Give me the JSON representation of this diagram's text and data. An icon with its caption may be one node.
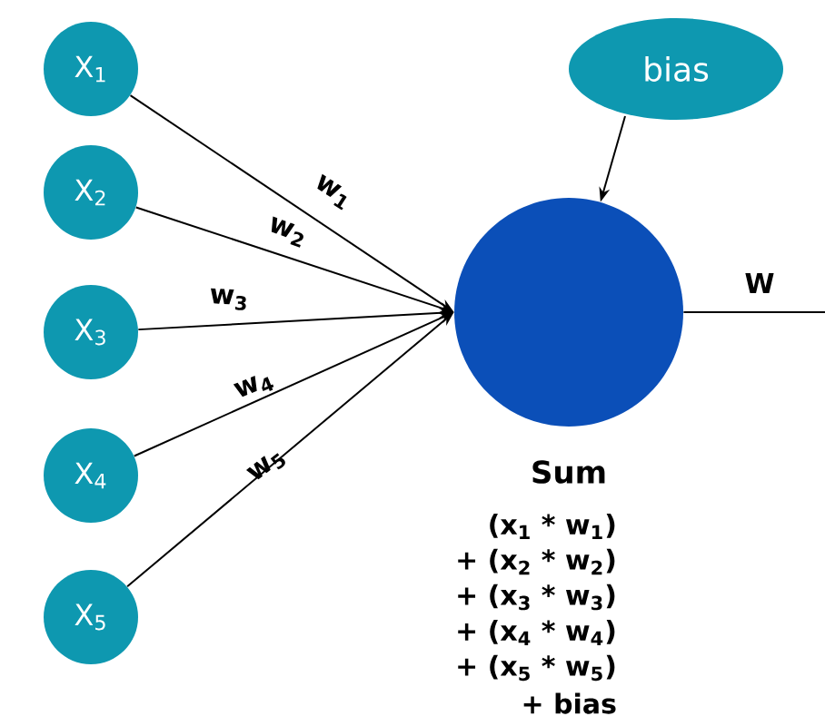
{
  "diagram": {
    "nodes": [
      {
        "text": [
          "X$_{1}$"
        ]
      },
      {
        "text": [
          "X$_{2}$"
        ]
      },
      {
        "text": [
          "X$_{3}$"
        ]
      },
      {
        "text": [
          "X$_{4}$"
        ]
      },
      {
        "text": [
          "X$_{5}$"
        ]
      },
      {
        "text": [
          "bias"
        ]
      },
      {
        "text": [],
        "shape": "circle",
        "beside": [
          "Sum",
          "(x$_{1}$ * w$_{1}$)",
          "+ (x$_{2}$ * w$_{2}$)",
          "+ (x$_{3}$ * w$_{3}$)",
          "+ (x$_{4}$ * w$_{4}$)",
          "+ (x$_{5}$ * w$_{5}$)",
          "+ bias"
        ]
      }
    ],
    "edges": [
      {
        "from": 0,
        "to": 6,
        "arrow": "to",
        "label": "w$_{1}$"
      },
      {
        "from": 1,
        "to": 6,
        "arrow": "to",
        "label": "w$_{2}$"
      },
      {
        "from": 2,
        "to": 6,
        "arrow": "to",
        "label": "w$_{3}$"
      },
      {
        "from": 3,
        "to": 6,
        "arrow": "to",
        "label": "w$_{4}$"
      },
      {
        "from": 4,
        "to": 6,
        "arrow": "to",
        "label": "w$_{5}$"
      },
      {
        "from": 5,
        "to": 6,
        "arrow": "to"
      },
      {
        "from": 6,
        "to": null,
        "arrow": "none",
        "label": "W"
      }
    ]
  }
}
